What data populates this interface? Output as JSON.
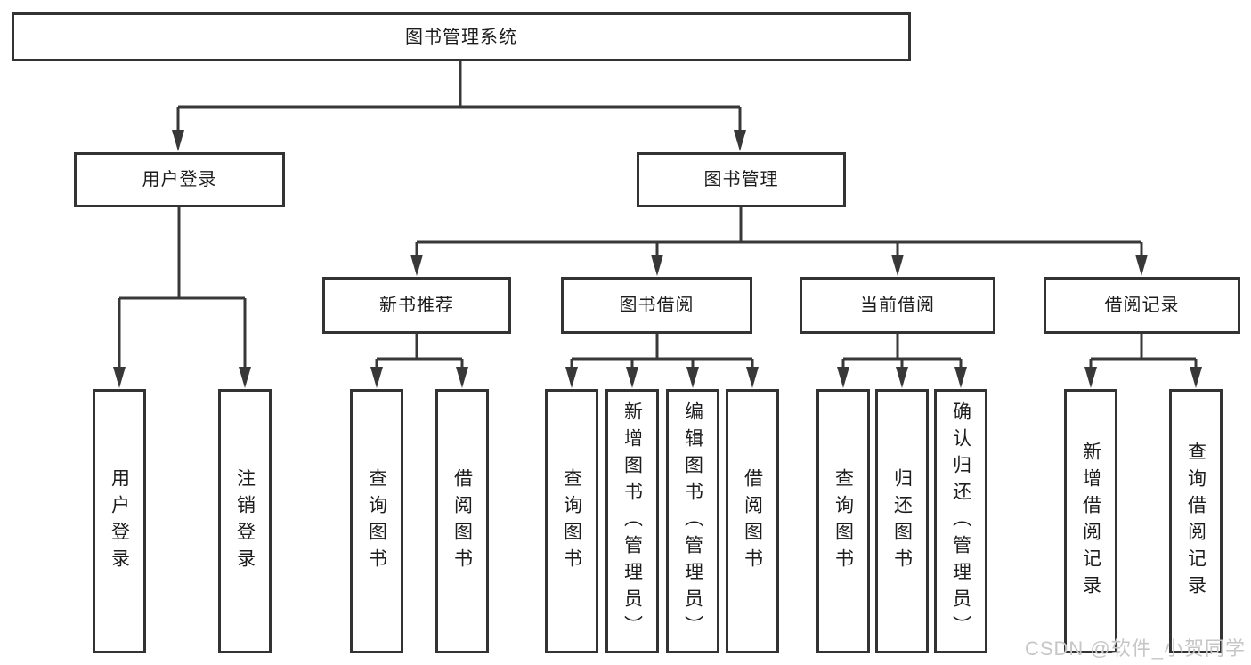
{
  "nodes": {
    "root": {
      "label": "图书管理系统"
    },
    "user_login": {
      "label": "用户登录"
    },
    "book_mgmt": {
      "label": "图书管理"
    },
    "login_leaf": {
      "label": "用户登录"
    },
    "logout_leaf": {
      "label": "注销登录"
    },
    "new_book_rec": {
      "label": "新书推荐"
    },
    "book_borrow": {
      "label": "图书借阅"
    },
    "current_borrow": {
      "label": "当前借阅"
    },
    "borrow_record": {
      "label": "借阅记录"
    },
    "nbr_query": {
      "label": "查询图书"
    },
    "nbr_borrow": {
      "label": "借阅图书"
    },
    "bb_query": {
      "label": "查询图书"
    },
    "bb_add": {
      "label": "新增图书（管理员）"
    },
    "bb_edit": {
      "label": "编辑图书（管理员）"
    },
    "bb_borrow": {
      "label": "借阅图书"
    },
    "cb_query": {
      "label": "查询图书"
    },
    "cb_return": {
      "label": "归还图书"
    },
    "cb_confirm": {
      "label": "确认归还（管理员）"
    },
    "br_add": {
      "label": "新增借阅记录"
    },
    "br_query": {
      "label": "查询借阅记录"
    }
  },
  "edges": [
    [
      "root",
      "user_login"
    ],
    [
      "root",
      "book_mgmt"
    ],
    [
      "user_login",
      "login_leaf"
    ],
    [
      "user_login",
      "logout_leaf"
    ],
    [
      "book_mgmt",
      "new_book_rec"
    ],
    [
      "book_mgmt",
      "book_borrow"
    ],
    [
      "book_mgmt",
      "current_borrow"
    ],
    [
      "book_mgmt",
      "borrow_record"
    ],
    [
      "new_book_rec",
      "nbr_query"
    ],
    [
      "new_book_rec",
      "nbr_borrow"
    ],
    [
      "book_borrow",
      "bb_query"
    ],
    [
      "book_borrow",
      "bb_add"
    ],
    [
      "book_borrow",
      "bb_edit"
    ],
    [
      "book_borrow",
      "bb_borrow"
    ],
    [
      "current_borrow",
      "cb_query"
    ],
    [
      "current_borrow",
      "cb_return"
    ],
    [
      "current_borrow",
      "cb_confirm"
    ],
    [
      "borrow_record",
      "br_add"
    ],
    [
      "borrow_record",
      "br_query"
    ]
  ],
  "watermark": "CSDN @软件_小贺同学",
  "colors": {
    "line": "#383838",
    "box_border": "#333333",
    "box_bg": "#ffffff",
    "text": "#1d1d1f",
    "watermark": "#c6c6c6"
  }
}
